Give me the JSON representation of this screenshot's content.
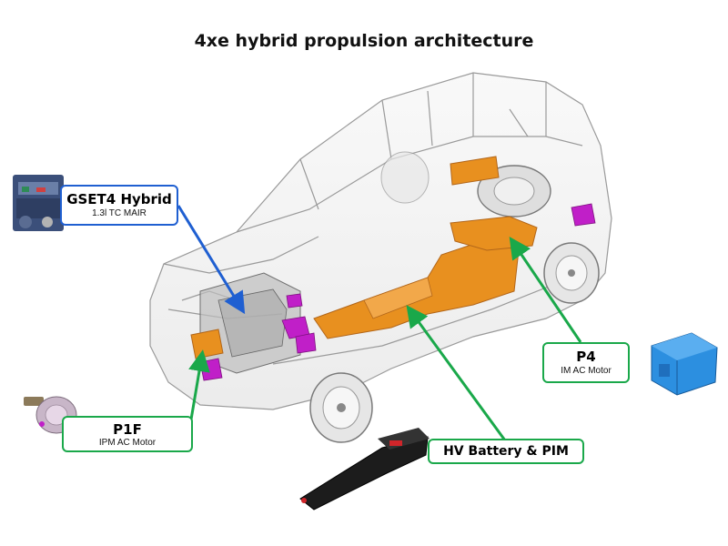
{
  "title": "4xe hybrid propulsion architecture",
  "callouts": {
    "gset4": {
      "name": "GSET4 Hybrid",
      "detail": "1.3l TC MAIR"
    },
    "p1f": {
      "name": "P1F",
      "detail": "IPM AC Motor"
    },
    "p4": {
      "name": "P4",
      "detail": "IM AC Motor"
    },
    "hv_battery": {
      "name": "HV Battery & PIM"
    }
  },
  "colors": {
    "engine_arrow": "#1f5fd1",
    "component_arrow": "#1aa84a",
    "battery_pack": "#e8901f",
    "motor_highlight": "#c01fc8",
    "p4_motor_part": "#2c8fe0",
    "vehicle_outline": "#9a9a9a"
  }
}
